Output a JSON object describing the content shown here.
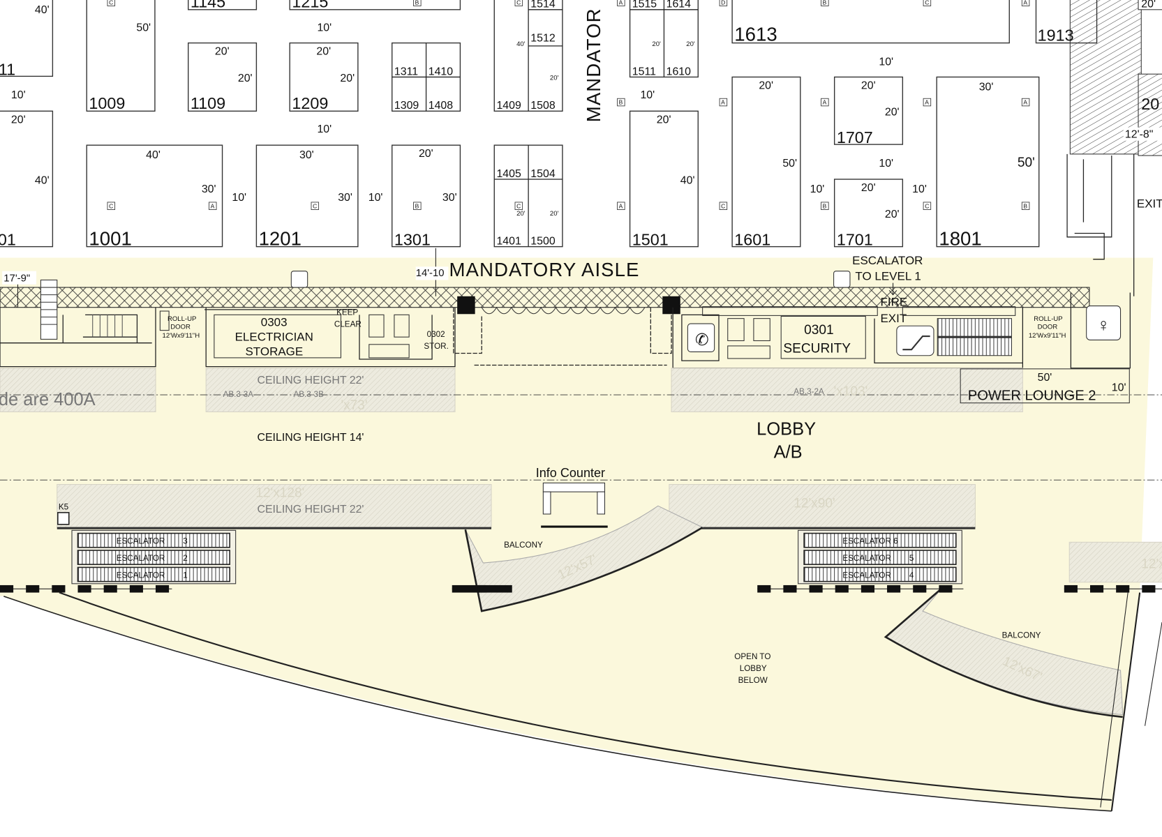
{
  "title_labels": {
    "mandatory_vertical": "MANDATOR",
    "mandatory_aisle": "MANDATORY   AISLE",
    "escalator_to_level_1": [
      "ESCALATOR",
      "TO  LEVEL 1"
    ],
    "fire_exit": [
      "FIRE",
      "EXIT"
    ],
    "exit": "EXIT",
    "lobby": [
      "LOBBY",
      "A/B"
    ],
    "info_counter": "Info Counter",
    "ceiling_14": "CEILING HEIGHT 14'",
    "ceiling_22_a": "CEILING HEIGHT 22'",
    "ceiling_22_b": "CEILING HEIGHT 22'",
    "amps_note": "de are 400A",
    "open_to_lobby": [
      "OPEN TO",
      "LOBBY",
      "BELOW"
    ],
    "balcony_left": "BALCONY",
    "balcony_right": "BALCONY",
    "k5": "K5"
  },
  "booths": [
    {
      "number": "11",
      "dims": [
        "40'"
      ]
    },
    {
      "number": "1009",
      "dims": [
        "50'"
      ]
    },
    {
      "number": "1145",
      "dims": []
    },
    {
      "number": "1215",
      "dims": []
    },
    {
      "number": "1109",
      "dims": [
        "20'",
        "20'"
      ]
    },
    {
      "number": "1209",
      "dims": [
        "20'",
        "20'"
      ]
    },
    {
      "number": "1311",
      "dims": []
    },
    {
      "number": "1410",
      "dims": []
    },
    {
      "number": "1309",
      "dims": []
    },
    {
      "number": "1408",
      "dims": []
    },
    {
      "number": "1514",
      "dims": []
    },
    {
      "number": "1512",
      "dims": [
        "40'",
        "20'"
      ]
    },
    {
      "number": "1409",
      "dims": []
    },
    {
      "number": "1508",
      "dims": []
    },
    {
      "number": "01",
      "dims": [
        "20'",
        "40'"
      ]
    },
    {
      "number": "1001",
      "dims": [
        "40'",
        "30'"
      ]
    },
    {
      "number": "1201",
      "dims": [
        "30'",
        "30'"
      ]
    },
    {
      "number": "1301",
      "dims": [
        "20'",
        "30'"
      ]
    },
    {
      "number": "1405",
      "dims": []
    },
    {
      "number": "1504",
      "dims": []
    },
    {
      "number": "1401",
      "dims": [
        "20'"
      ]
    },
    {
      "number": "1500",
      "dims": [
        "20'"
      ]
    },
    {
      "number": "1515",
      "dims": []
    },
    {
      "number": "1614",
      "dims": []
    },
    {
      "number": "1511",
      "dims": [
        "20'"
      ]
    },
    {
      "number": "1610",
      "dims": [
        "20'"
      ]
    },
    {
      "number": "1501",
      "dims": [
        "20'",
        "40'"
      ]
    },
    {
      "number": "1613",
      "dims": []
    },
    {
      "number": "1913",
      "dims": []
    },
    {
      "number": "1601",
      "dims": [
        "20'",
        "50'"
      ]
    },
    {
      "number": "1707",
      "dims": [
        "20'",
        "20'"
      ]
    },
    {
      "number": "1701",
      "dims": [
        "20'",
        "20'"
      ]
    },
    {
      "number": "1801",
      "dims": [
        "30'",
        "50'"
      ]
    },
    {
      "number": "20",
      "dims": [
        "20'"
      ]
    }
  ],
  "aisle_dims": [
    "10'",
    "10'",
    "10'",
    "10'",
    "10'",
    "10'",
    "10'",
    "10'",
    "10'",
    "10'"
  ],
  "clearances": {
    "left": "17'-9\"",
    "mid": "14'-10",
    "right": "12'-8\""
  },
  "markers_top": [
    "C",
    "B",
    "C",
    "A",
    "D",
    "B",
    "C",
    "A"
  ],
  "markers_mid": [
    "B",
    "A",
    "A",
    "A",
    "A"
  ],
  "markers_low": [
    "C",
    "A",
    "C",
    "B",
    "C",
    "A",
    "C",
    "B",
    "C",
    "B"
  ],
  "rooms": {
    "electrician": [
      "0303",
      "ELECTRICIAN",
      "STORAGE"
    ],
    "keep_clear": [
      "KEEP",
      "CLEAR"
    ],
    "storage": [
      "0302",
      "STOR."
    ],
    "security": [
      "0301",
      "SECURITY"
    ],
    "rollup_left": [
      "ROLL-UP",
      "DOOR",
      "12'Wx9'11\"H"
    ],
    "rollup_right": [
      "ROLL-UP",
      "DOOR",
      "12'Wx9'11\"H"
    ],
    "power_lounge": {
      "name": "POWER LOUNGE 2",
      "width": "50'",
      "depth": "10'"
    }
  },
  "sign_codes": [
    "AB.3-3A",
    "AB.3-3B",
    "AB.3-2A"
  ],
  "faint_sizes": [
    "'x73'",
    "'x103'",
    "12'x128'",
    "12'x90'",
    "12'x57'",
    "12'x67'",
    "12'x"
  ],
  "escalators_left": [
    [
      "ESCALATOR",
      "3"
    ],
    [
      "ESCALATOR",
      "2"
    ],
    [
      "ESCALATOR",
      "1"
    ]
  ],
  "escalators_right": [
    [
      "ESCALATOR 6",
      ""
    ],
    [
      "ESCALATOR",
      "5"
    ],
    [
      "ESCALATOR",
      "4"
    ]
  ],
  "colors": {
    "floor": "#fbf8dc",
    "line": "#222222",
    "band": "#e9e7da"
  }
}
